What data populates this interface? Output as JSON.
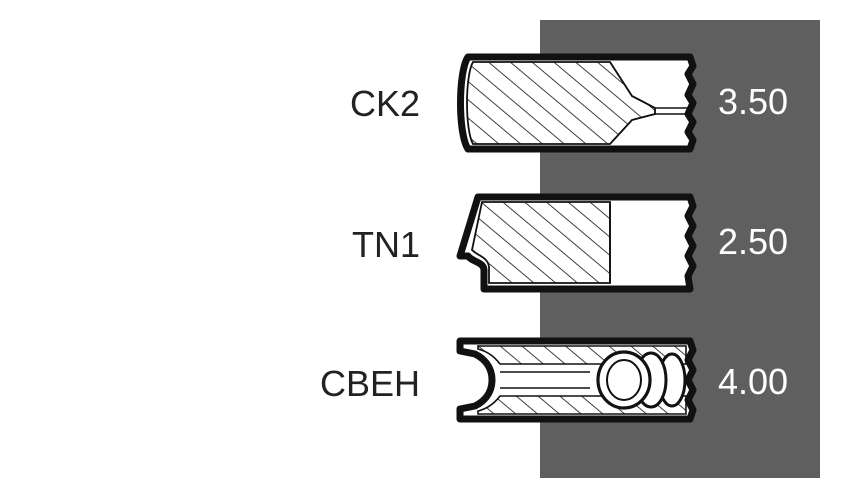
{
  "colors": {
    "background": "#ffffff",
    "panel": "#5f5f5f",
    "ink": "#111111",
    "value_text": "#ffffff",
    "label_text": "#222222"
  },
  "rings": [
    {
      "name": "CK2",
      "value": "3.50"
    },
    {
      "name": "TN1",
      "value": "2.50"
    },
    {
      "name": "CBEH",
      "value": "4.00"
    }
  ]
}
